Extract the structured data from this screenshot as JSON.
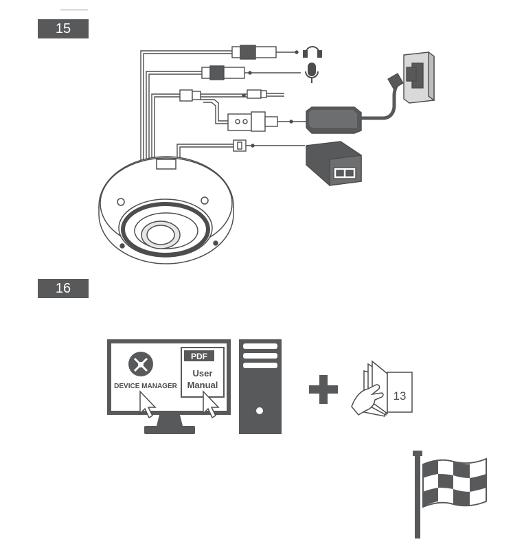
{
  "steps": [
    {
      "number": "15"
    },
    {
      "number": "16"
    }
  ],
  "software": {
    "device_manager_label": "DEVICE MANAGER",
    "pdf_label": "PDF",
    "manual_line1": "User",
    "manual_line2": "Manual"
  },
  "manual_page": "13",
  "plus_symbol": "+",
  "colors": {
    "badge": "#58595b",
    "dark_device": "#58595b",
    "line": "#4d4d4d"
  }
}
